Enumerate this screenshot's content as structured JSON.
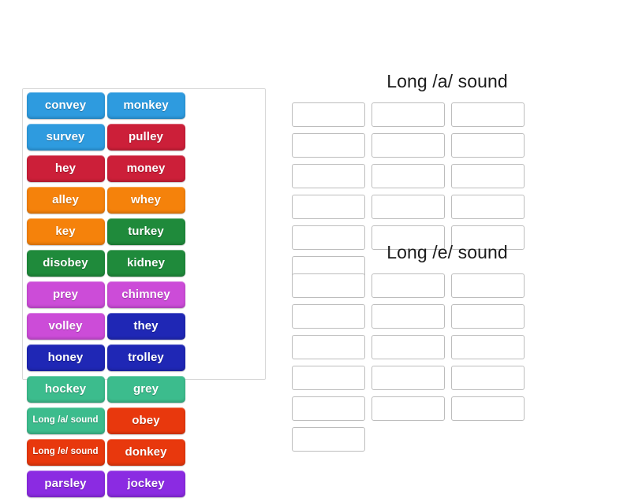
{
  "tiles": [
    {
      "label": "convey",
      "color": "#2e9bdf",
      "lines": 1
    },
    {
      "label": "monkey",
      "color": "#2e9bdf",
      "lines": 1
    },
    {
      "label": "survey",
      "color": "#2e9bdf",
      "lines": 1
    },
    {
      "label": "pulley",
      "color": "#cc1f39",
      "lines": 1
    },
    {
      "label": "hey",
      "color": "#cc1f39",
      "lines": 1
    },
    {
      "label": "money",
      "color": "#cc1f39",
      "lines": 1
    },
    {
      "label": "alley",
      "color": "#f5820b",
      "lines": 1
    },
    {
      "label": "whey",
      "color": "#f5820b",
      "lines": 1
    },
    {
      "label": "key",
      "color": "#f5820b",
      "lines": 1
    },
    {
      "label": "turkey",
      "color": "#1f8a3b",
      "lines": 1
    },
    {
      "label": "disobey",
      "color": "#1f8a3b",
      "lines": 1
    },
    {
      "label": "kidney",
      "color": "#1f8a3b",
      "lines": 1
    },
    {
      "label": "prey",
      "color": "#cc4cd8",
      "lines": 1
    },
    {
      "label": "chimney",
      "color": "#cc4cd8",
      "lines": 1
    },
    {
      "label": "volley",
      "color": "#cc4cd8",
      "lines": 1
    },
    {
      "label": "they",
      "color": "#1f27b5",
      "lines": 1
    },
    {
      "label": "honey",
      "color": "#1f27b5",
      "lines": 1
    },
    {
      "label": "trolley",
      "color": "#1f27b5",
      "lines": 1
    },
    {
      "label": "hockey",
      "color": "#3cbc8d",
      "lines": 1
    },
    {
      "label": "grey",
      "color": "#3cbc8d",
      "lines": 1
    },
    {
      "label": "Long /a/\nsound",
      "color": "#3cbc8d",
      "lines": 2
    },
    {
      "label": "obey",
      "color": "#e8380d",
      "lines": 1
    },
    {
      "label": "Long /e/\nsound",
      "color": "#e8380d",
      "lines": 2
    },
    {
      "label": "donkey",
      "color": "#e8380d",
      "lines": 1
    },
    {
      "label": "parsley",
      "color": "#8b2be2",
      "lines": 1
    },
    {
      "label": "jockey",
      "color": "#8b2be2",
      "lines": 1
    }
  ],
  "zones": [
    {
      "title": "Long /a/ sound",
      "slot_count": 16
    },
    {
      "title": "Long /e/ sound",
      "slot_count": 16
    }
  ],
  "colors": {
    "page_background": "#ffffff",
    "panel_border": "#d8d8d8",
    "drop_box_border": "#bdbdbd",
    "title_text": "#1b1b1b",
    "tile_text": "#ffffff"
  }
}
